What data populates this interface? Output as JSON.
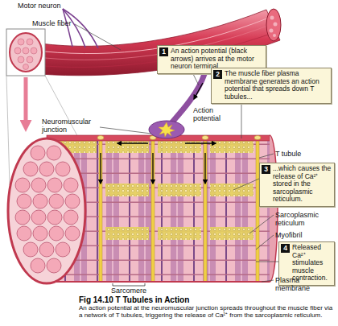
{
  "diagram": {
    "title": "Fig 14.10 T Tubules in Action",
    "caption": "An action potential at the neuromuscular junction spreads throughout the muscle fiber via a network of T tubules, triggering the release of Ca²⁺ from the sarcoplasmic reticulum.",
    "nodes": [
      {
        "text": [
          "1",
          "An action potential (black arrows) arrives at the motor neuron terminal."
        ]
      },
      {
        "text": [
          "2",
          "The muscle fiber plasma membrane generates an action potential that spreads down T tubules..."
        ]
      },
      {
        "text": [
          "3",
          "...which causes the release of Ca²⁺ stored in the sarcoplasmic reticulum."
        ]
      },
      {
        "text": [
          "4",
          "Released Ca²⁺ stimulates muscle contraction."
        ]
      }
    ],
    "labels": [
      "Motor neuron",
      "Muscle fiber",
      "Neuromuscular junction",
      "Action potential",
      "T tubule",
      "Sarcoplasmic reticulum",
      "Myofibril",
      "Plasma membrane",
      "Sarcomere"
    ]
  }
}
